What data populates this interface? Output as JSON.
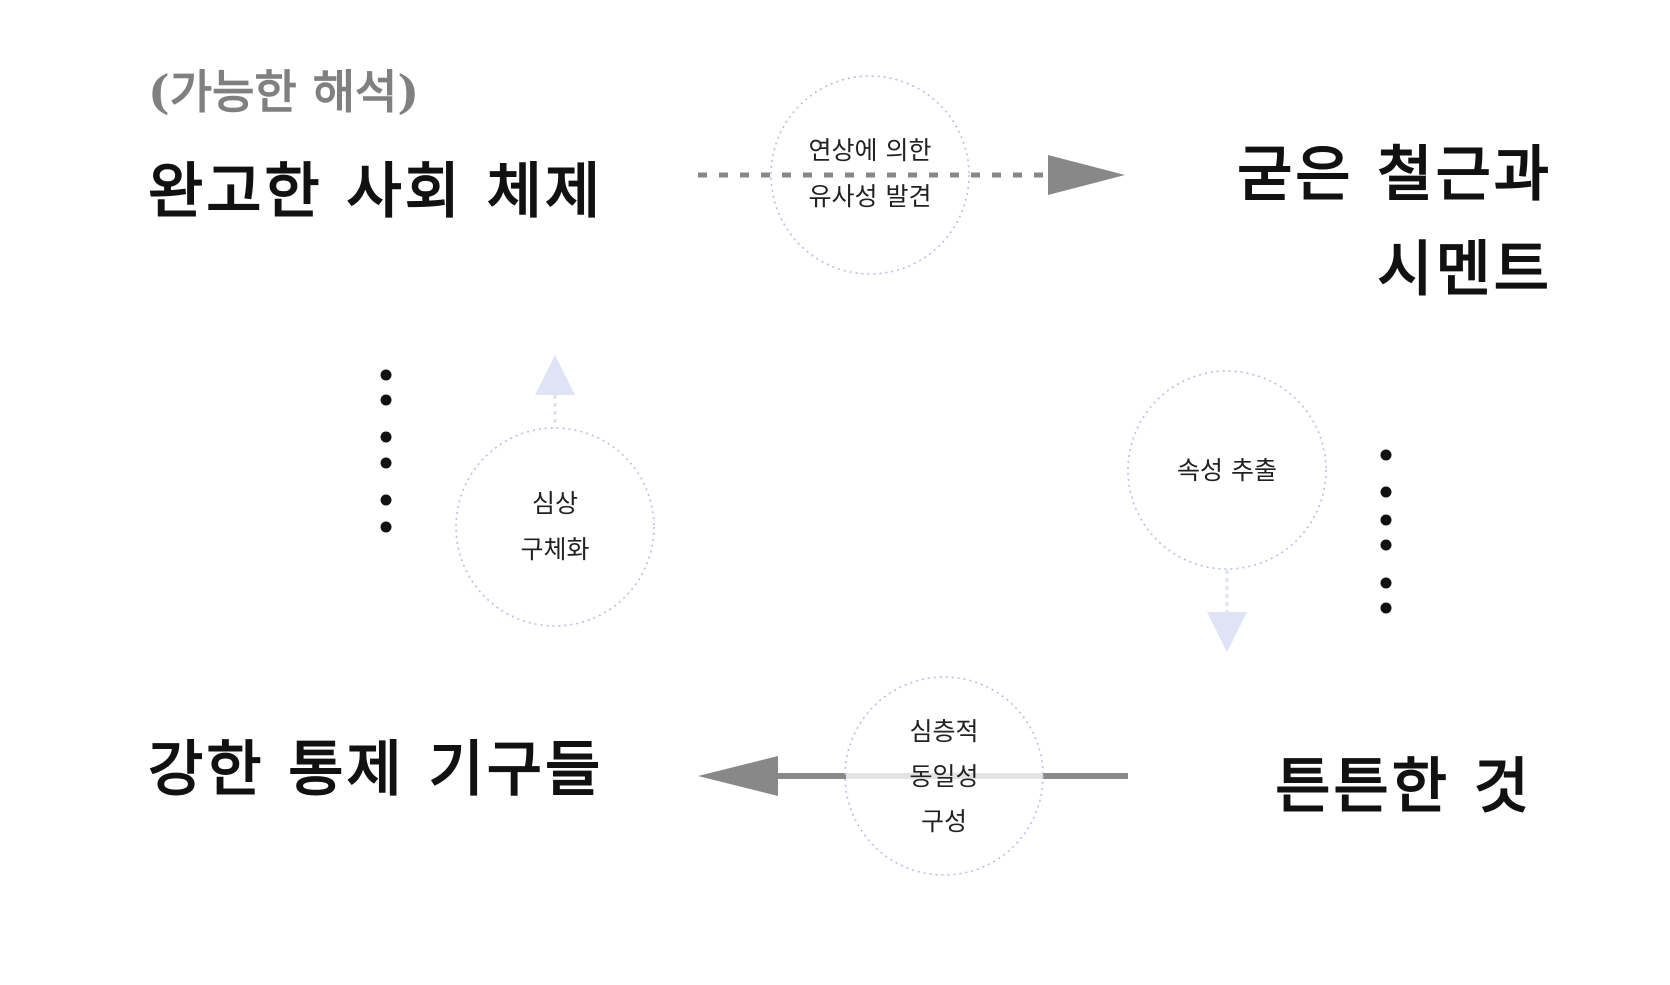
{
  "subtitle": "(가능한 해석)",
  "concepts": {
    "top_left": "완고한 사회 체제",
    "top_right_line1": "굳은 철근과",
    "top_right_line2": "시멘트",
    "bottom_right": "튼튼한 것",
    "bottom_left": "강한 통제 기구들"
  },
  "steps": {
    "top": [
      "연상에 의한",
      "유사성 발견"
    ],
    "right": [
      "속성 추출"
    ],
    "bottom": [
      "심층적",
      "동일성",
      "구성"
    ],
    "left": [
      "심상",
      "구체화"
    ]
  },
  "colors": {
    "dark_arrow": "#888888",
    "light_arrow": "#dfe3f6",
    "circle_stroke": "#b9bde6",
    "subtitle": "#808080",
    "text": "#111111"
  }
}
